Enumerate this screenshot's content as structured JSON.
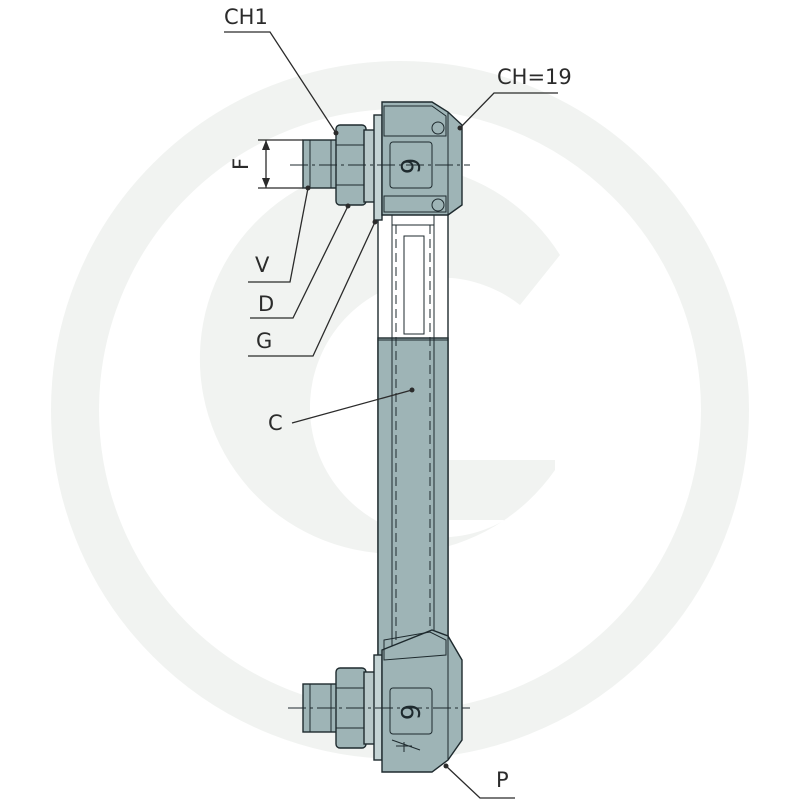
{
  "colors": {
    "body": "#9eb4b6",
    "body_dark": "#7f9799",
    "body_light": "#c5d4d5",
    "outline": "#1e2a2e",
    "watermark": "#f1f3f1",
    "label": "#2b2b2b"
  },
  "labels": {
    "ch1": "CH1",
    "ch19": "CH=19",
    "f": "F",
    "v": "V",
    "d": "D",
    "g": "G",
    "c": "C",
    "p": "P"
  },
  "stamp": {
    "top": "6",
    "bottom": "6"
  }
}
